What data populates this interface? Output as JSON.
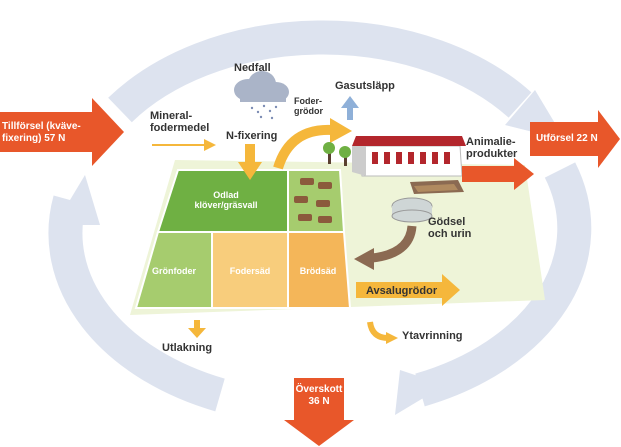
{
  "labels": {
    "nedfall": "Nedfall",
    "gasutslapp": "Gasutsläpp",
    "fodergrodor": "Foder-\ngrödor",
    "mineralfoder": "Mineral-\nfodermedel",
    "nfixering": "N-fixering",
    "animalieprodukter": "Animalie-\nprodukter",
    "tillforsel": "Tillförsel (kväve-\nfixering) 57 N",
    "utforsel": "Utförsel 22 N",
    "gödsel": "Gödsel\noch urin",
    "avsalugrodor": "Avsalugrödor",
    "ytavrinning": "Ytavrinning",
    "utlakning": "Utlakning",
    "overskott": "Överskott\n36 N"
  },
  "fields": {
    "klover": "Odlad\nklöver/gräsvall",
    "gronfoder": "Grönfoder",
    "fodersad": "Fodersäd",
    "brodsad": "Brödsäd"
  },
  "colors": {
    "cycle": "#dde3ef",
    "red_arrow": "#e8572a",
    "yellow_arrow": "#f5b73b",
    "brown_arrow": "#8b6a52",
    "field_dark_green": "#6fb043",
    "field_light_green": "#a6cc6e",
    "field_tan": "#f8cd7c",
    "field_orange": "#f4b659",
    "ground": "#eef4d8",
    "barn_red": "#b3262c"
  },
  "icons": [
    "cloud-icon",
    "tree-icon",
    "barn-icon",
    "cow-icon",
    "manure-tank-icon"
  ]
}
